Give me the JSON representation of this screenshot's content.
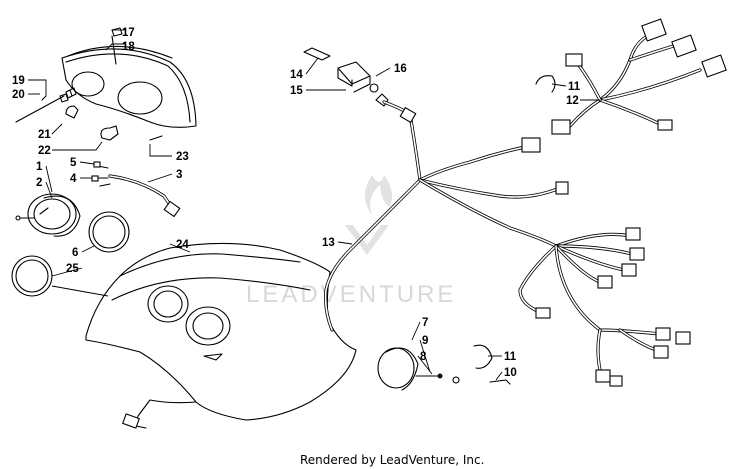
{
  "watermark": "LEADVENTURE",
  "footer": "Rendered by LeadVenture, Inc.",
  "callouts": {
    "c17": "17",
    "c18": "18",
    "c19": "19",
    "c20": "20",
    "c21": "21",
    "c22": "22",
    "c23": "23",
    "c1": "1",
    "c2": "2",
    "c5": "5",
    "c4": "4",
    "c3": "3",
    "c6": "6",
    "c25": "25",
    "c24": "24",
    "c14": "14",
    "c15": "15",
    "c16": "16",
    "c13": "13",
    "c11a": "11",
    "c12": "12",
    "c7": "7",
    "c9": "9",
    "c8": "8",
    "c11b": "11",
    "c10": "10"
  }
}
